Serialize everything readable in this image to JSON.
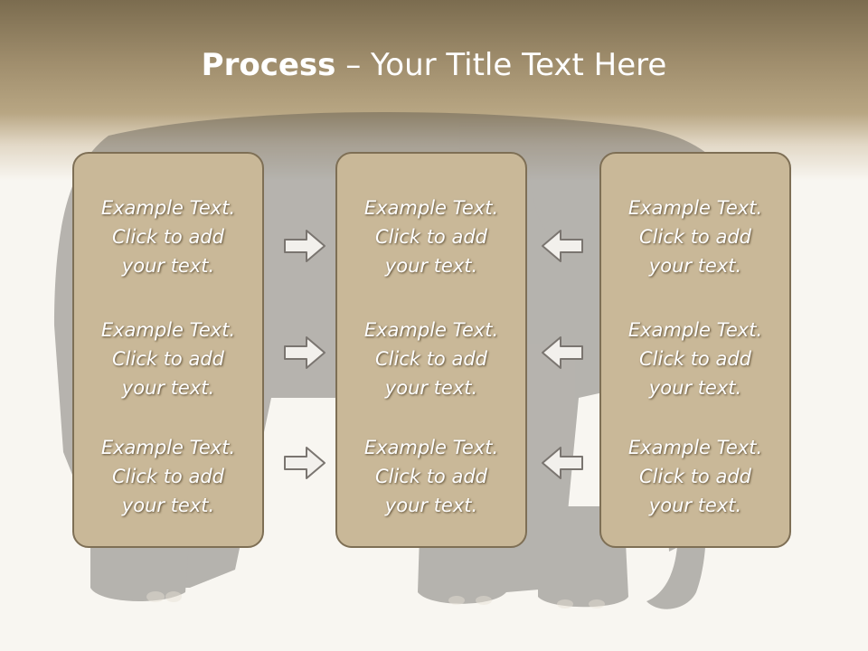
{
  "title": {
    "bold": "Process",
    "dash": " – ",
    "rest": "Your Title Text Here"
  },
  "boxes": [
    {
      "items": [
        "Example Text.\nClick  to add\nyour text.",
        "Example Text.\nClick  to add\nyour text.",
        "Example Text.\nClick  to add\nyour text."
      ]
    },
    {
      "items": [
        "Example Text.\nClick  to add\nyour text.",
        "Example Text.\nClick  to add\nyour text.",
        "Example Text.\nClick  to add\nyour text."
      ]
    },
    {
      "items": [
        "Example Text.\nClick  to add\nyour text.",
        "Example Text.\nClick  to add\nyour text.",
        "Example Text.\nClick  to add\nyour text."
      ]
    }
  ],
  "colors": {
    "header": "#a08e6d",
    "box_fill": "#c9b898",
    "box_border": "#7e6f55",
    "arrow_fill": "#f2f0ec",
    "arrow_stroke": "#7a7570"
  },
  "background_image": "elephant"
}
